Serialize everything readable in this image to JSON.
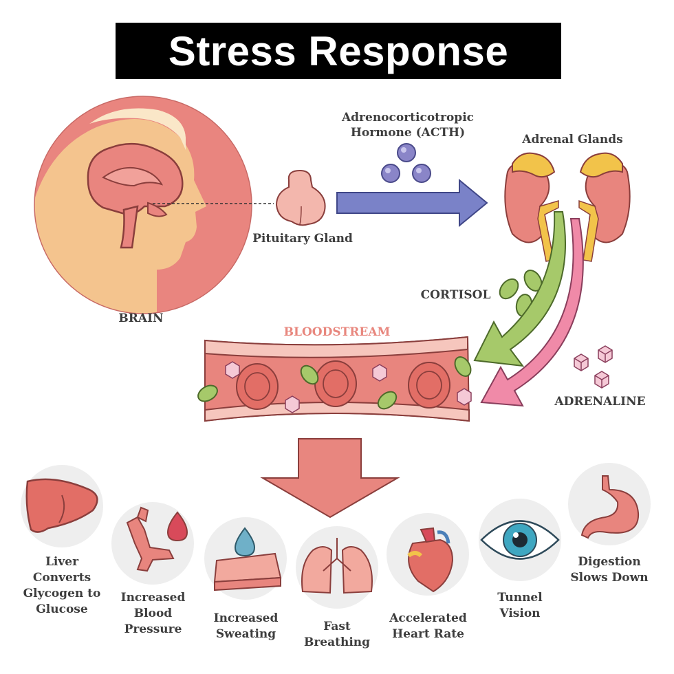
{
  "title": "Stress Response",
  "labels": {
    "acth": "Adrenocorticotropic Hormone (ACTH)",
    "adrenal_glands": "Adrenal Glands",
    "pituitary_gland": "Pituitary Gland",
    "brain": "BRAIN",
    "cortisol": "CORTISOL",
    "bloodstream": "BLOODSTREAM",
    "adrenaline": "ADRENALINE"
  },
  "effects": [
    {
      "label": "Liver Converts Glycogen to Glucose",
      "icon": "liver-icon"
    },
    {
      "label": "Increased Blood Pressure",
      "icon": "blood-vessel-icon"
    },
    {
      "label": "Increased Sweating",
      "icon": "sweat-drop-icon"
    },
    {
      "label": "Fast Breathing",
      "icon": "lungs-icon"
    },
    {
      "label": "Accelerated Heart Rate",
      "icon": "heart-icon"
    },
    {
      "label": "Tunnel Vision",
      "icon": "eye-icon"
    },
    {
      "label": "Digestion Slows Down",
      "icon": "stomach-icon"
    }
  ],
  "colors": {
    "acth_arrow": "#7a82c8",
    "cortisol_arrow": "#a6c96a",
    "adrenaline_arrow": "#f08aa8",
    "down_arrow": "#e8867f",
    "bloodstream_label": "#e8877e"
  }
}
